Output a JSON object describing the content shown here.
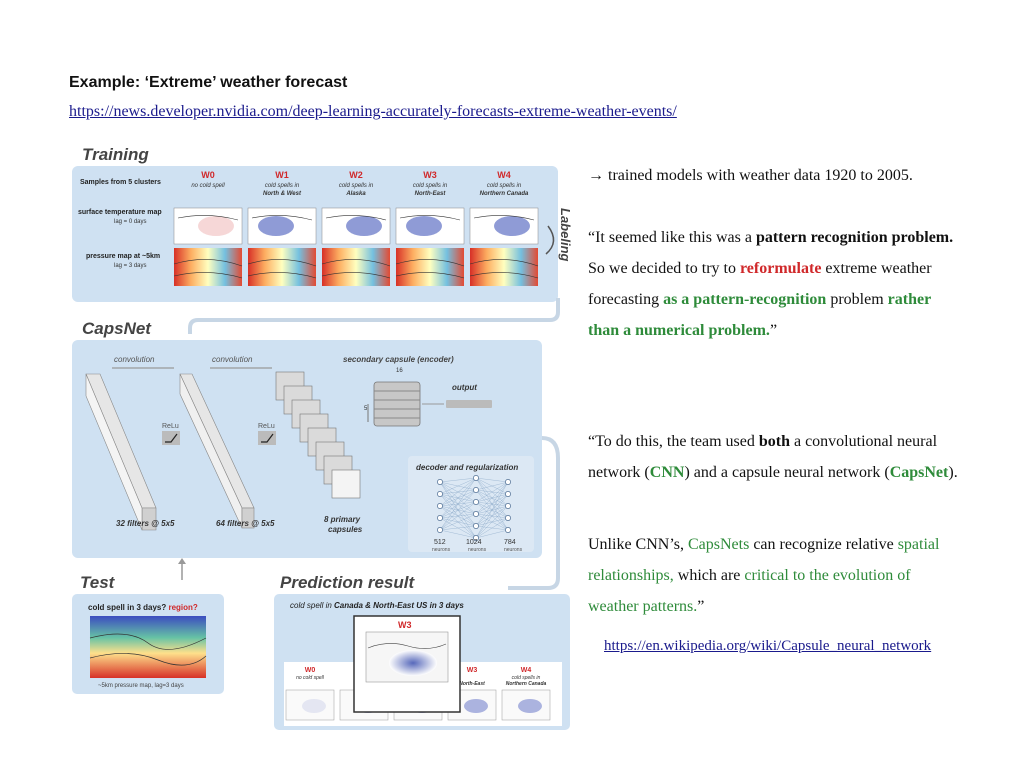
{
  "heading": "Example:  ‘Extreme’ weather forecast",
  "source_url": "https://news.developer.nvidia.com/deep-learning-accurately-forecasts-extreme-weather-events/",
  "wiki_url": "https://en.wikipedia.org/wiki/Capsule_neural_network",
  "paragraphs": {
    "p1": {
      "arrow": "→",
      "text": " trained models with weather data 1920 to 2005."
    },
    "p2": {
      "a": "“It seemed like this was a ",
      "b": "pattern recognition problem.",
      "c": "  So we decided to try to ",
      "d": "reformulate",
      "e": " extreme weather forecasting ",
      "f": "as a pattern-recognition",
      "g": " problem ",
      "h": "rather than a numerical problem.",
      "i": "”"
    },
    "p3": {
      "a": "“To do this, the team used ",
      "b": "both",
      "c": " a convolutional neural network (",
      "d": "CNN",
      "e": ") and a capsule neural network (",
      "f": "CapsNet",
      "g": ")."
    },
    "p4": {
      "a": "Unlike CNN’s, ",
      "b": "CapsNets",
      "c": " can recognize relative ",
      "d": "spatial relationships,",
      "e": " which are ",
      "f": "critical to the evolution of weather patterns.",
      "g": "”"
    }
  },
  "figure": {
    "training_title": "Training",
    "samples_label": "Samples from 5 clusters",
    "surface_label": "surface temperature map",
    "surface_lag": "lag = 0 days",
    "pressure_label": "pressure map at ~5km",
    "pressure_lag": "lag = 3 days",
    "labeling": "Labeling",
    "clusters": [
      {
        "code": "W0",
        "desc1": "no cold spell",
        "desc2": ""
      },
      {
        "code": "W1",
        "desc1": "cold spells in",
        "desc2": "North & West"
      },
      {
        "code": "W2",
        "desc1": "cold spells in",
        "desc2": "Alaska"
      },
      {
        "code": "W3",
        "desc1": "cold spells in",
        "desc2": "North-East"
      },
      {
        "code": "W4",
        "desc1": "cold spells in",
        "desc2": "Northern Canada"
      }
    ],
    "capsnet_title": "CapsNet",
    "convolution1": "convolution",
    "convolution2": "convolution",
    "secondary_capsule": "secondary capsule (encoder)",
    "sixteen": "16",
    "five": "5",
    "output": "output",
    "relu1": "ReLu",
    "relu2": "ReLu",
    "filters1": "32 filters @ 5x5",
    "filters2": "64 filters @ 5x5",
    "primary1": "8 primary",
    "primary2": "capsules",
    "decoder": "decoder and regularization",
    "n512": "512",
    "n1024": "1024",
    "n784": "784",
    "neurons": "neurons",
    "test_title": "Test",
    "test_q": "cold spell in 3 days? ",
    "test_region": "region?",
    "test_caption": "~5km pressure map, lag=3 days",
    "prediction_title": "Prediction result",
    "prediction_sub_a": "cold spell in ",
    "prediction_sub_b": "Canada & North-East US in 3 days",
    "pred_w3": "W3",
    "bottom": [
      {
        "code": "W0",
        "desc1": "no cold spell",
        "desc2": ""
      },
      {
        "code": "W1",
        "desc1": "",
        "desc2": ""
      },
      {
        "code": "W2",
        "desc1": "",
        "desc2": ""
      },
      {
        "code": "W3",
        "desc1": "",
        "desc2": "North-East"
      },
      {
        "code": "W4",
        "desc1": "cold spells in",
        "desc2": "Northern Canada"
      }
    ]
  },
  "colors": {
    "panel": "#cfe1f2",
    "link": "#1a1a8c",
    "red": "#d0282a",
    "green": "#2e8b3a"
  }
}
